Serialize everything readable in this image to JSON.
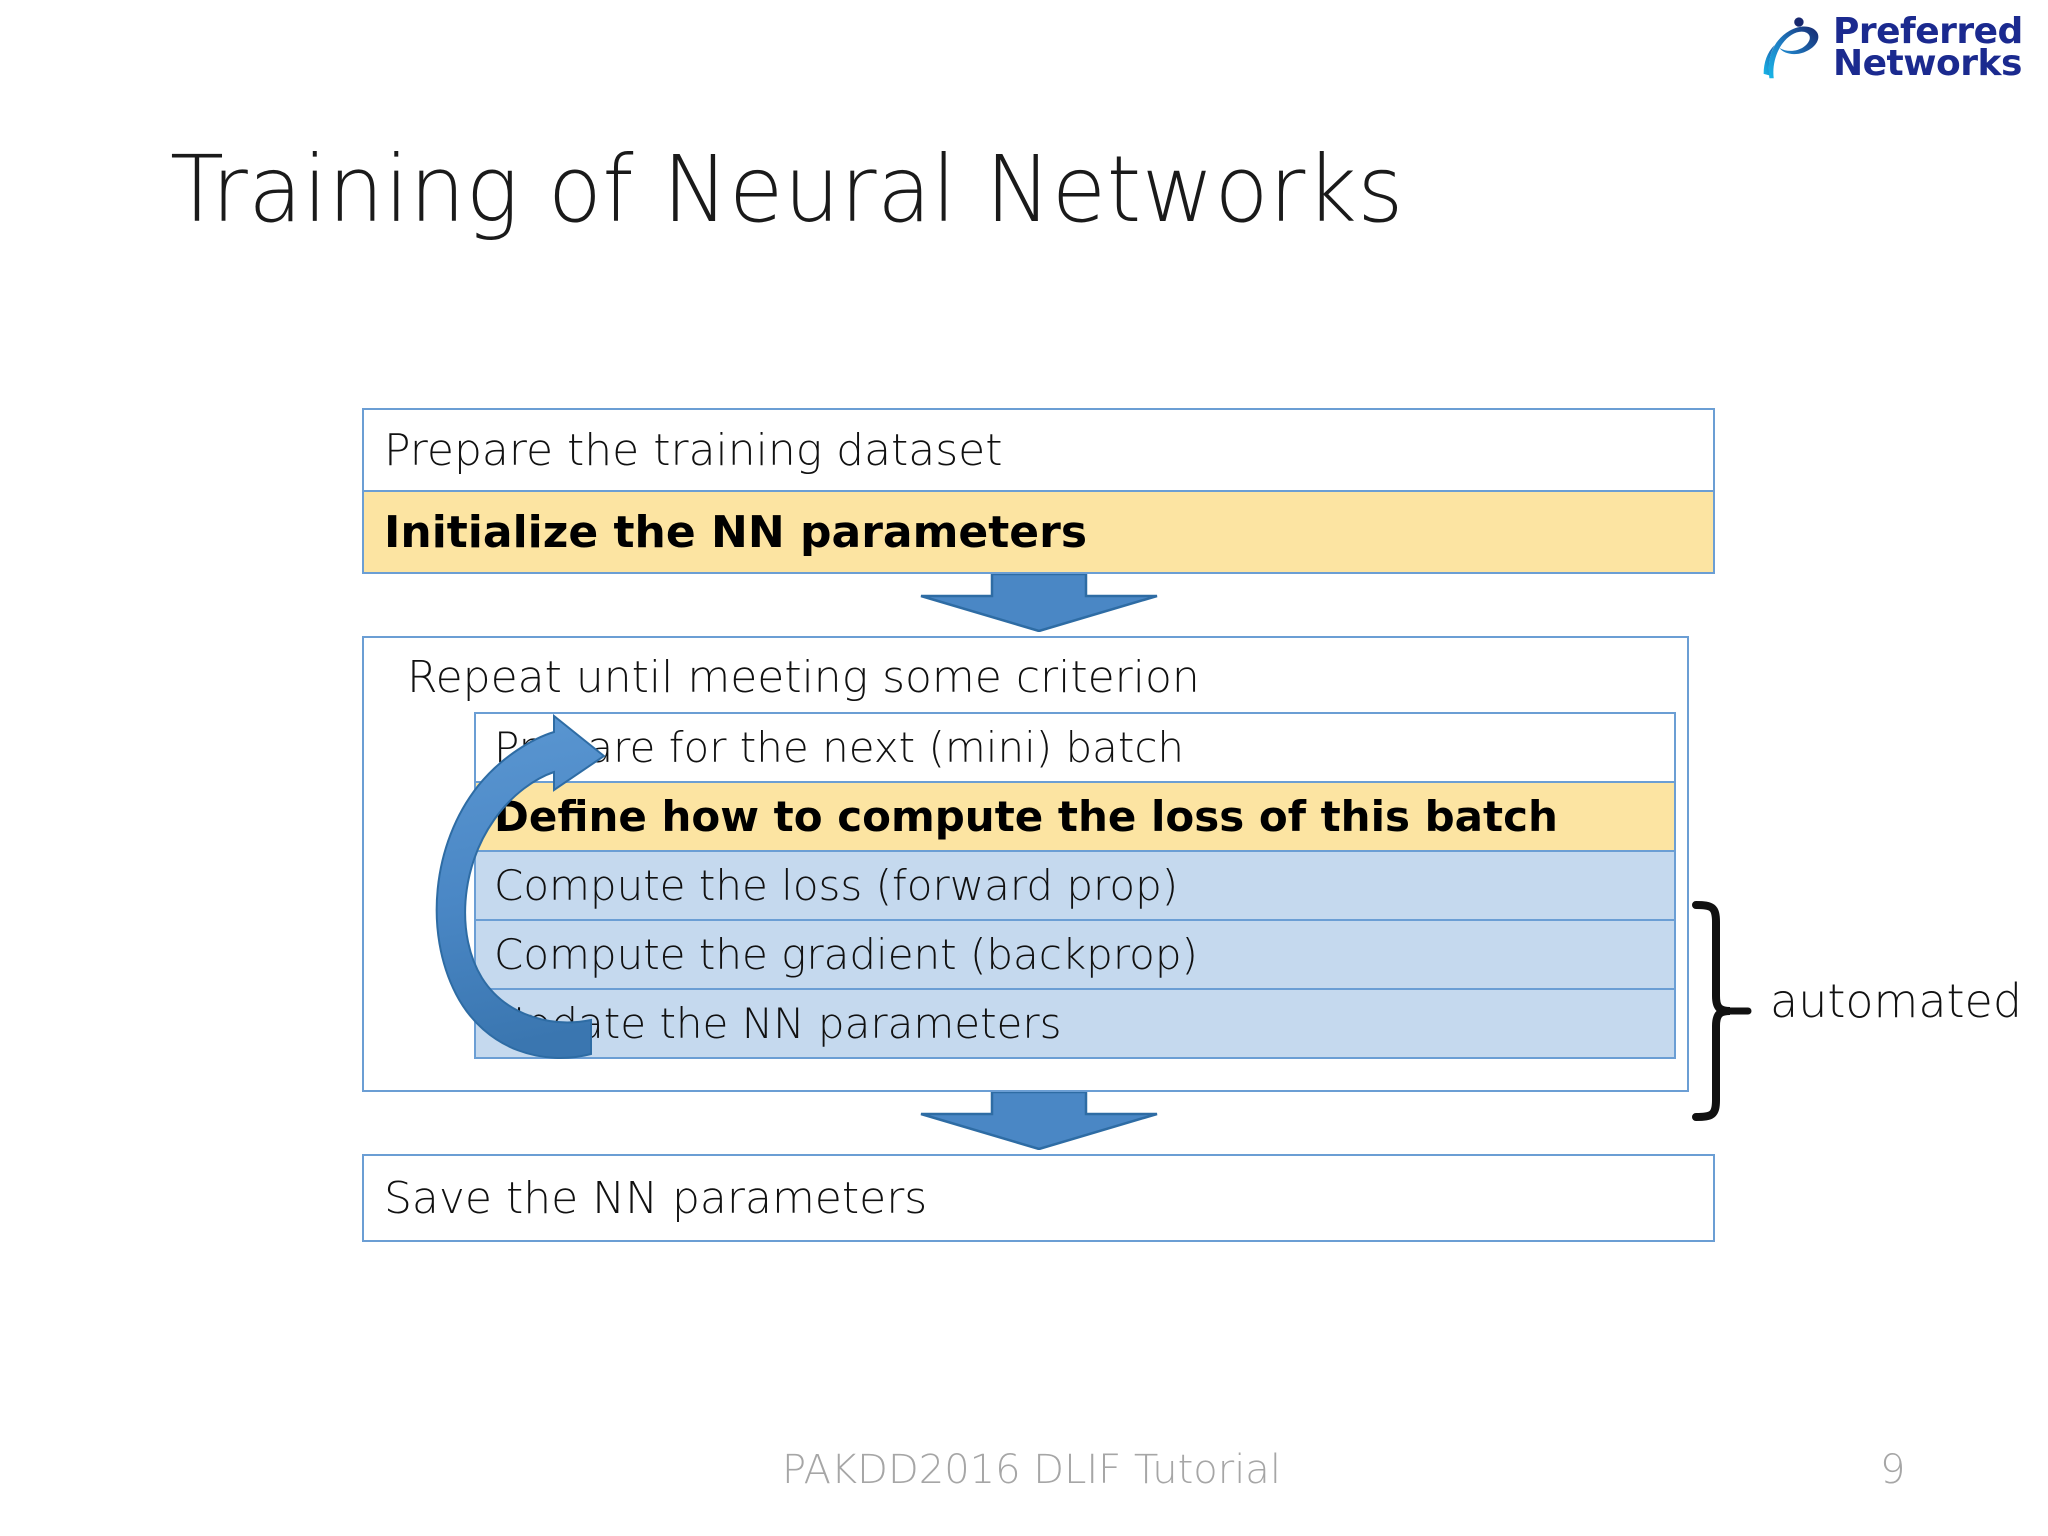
{
  "brand": {
    "name_line1": "Preferred",
    "name_line2": "Networks",
    "logo_icon": "preferred-networks-swoosh-icon",
    "color_dark": "#1b2a8f",
    "color_light": "#29a8e0"
  },
  "slide": {
    "title": "Training of Neural Networks",
    "page_number": "9",
    "footer": "PAKDD2016 DLIF Tutorial"
  },
  "colors": {
    "box_border": "#6b9ed4",
    "highlight_yellow": "#fce4a2",
    "highlight_blue": "#c5d9ee",
    "arrow_blue": "#4a87c5",
    "arrow_border": "#2e6ca4",
    "text": "#111111",
    "footer_text": "#a6a6a6"
  },
  "diagram": {
    "steps": {
      "prepare_dataset": "Prepare the training dataset",
      "initialize_params": "Initialize the NN parameters",
      "repeat_label": "Repeat until meeting some criterion",
      "prepare_batch": "Prepare for the next (mini) batch",
      "define_loss": "Define how to compute the loss of this batch",
      "compute_loss": "Compute the loss (forward prop)",
      "compute_gradient": "Compute the gradient (backprop)",
      "update_params": "Update the NN parameters",
      "save_params": "Save the NN parameters"
    },
    "annotation": {
      "automated": "automated"
    },
    "icons": {
      "down_arrow_top": "down-arrow-icon",
      "down_arrow_bottom": "down-arrow-icon",
      "loop_arrow": "circular-loop-arrow-icon",
      "brace": "right-curly-brace-icon"
    }
  }
}
